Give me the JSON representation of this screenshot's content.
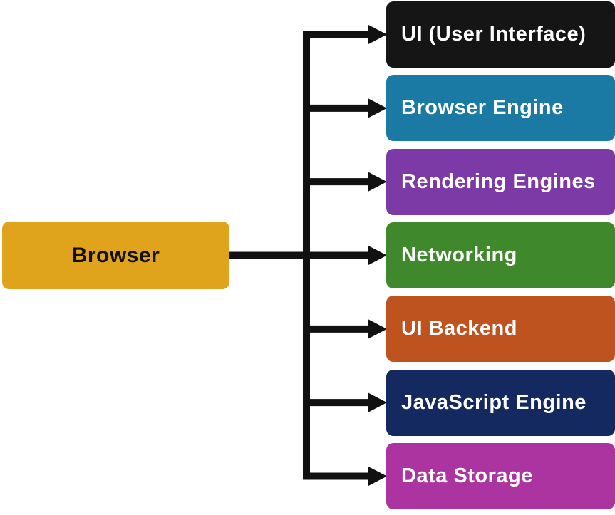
{
  "diagram": {
    "root": {
      "label": "Browser",
      "color": "#E0A41C",
      "text_color": "#111111"
    },
    "components": [
      {
        "label": "UI (User Interface)",
        "color": "#151515"
      },
      {
        "label": "Browser Engine",
        "color": "#1B7AA3"
      },
      {
        "label": "Rendering Engines",
        "color": "#7C3AA6"
      },
      {
        "label": "Networking",
        "color": "#3F882B"
      },
      {
        "label": "UI Backend",
        "color": "#BF5320"
      },
      {
        "label": "JavaScript Engine",
        "color": "#14295F"
      },
      {
        "label": "Data Storage",
        "color": "#AC34A0"
      }
    ],
    "component_text_color": "#FFFFFF",
    "connector_color": "#111111"
  }
}
